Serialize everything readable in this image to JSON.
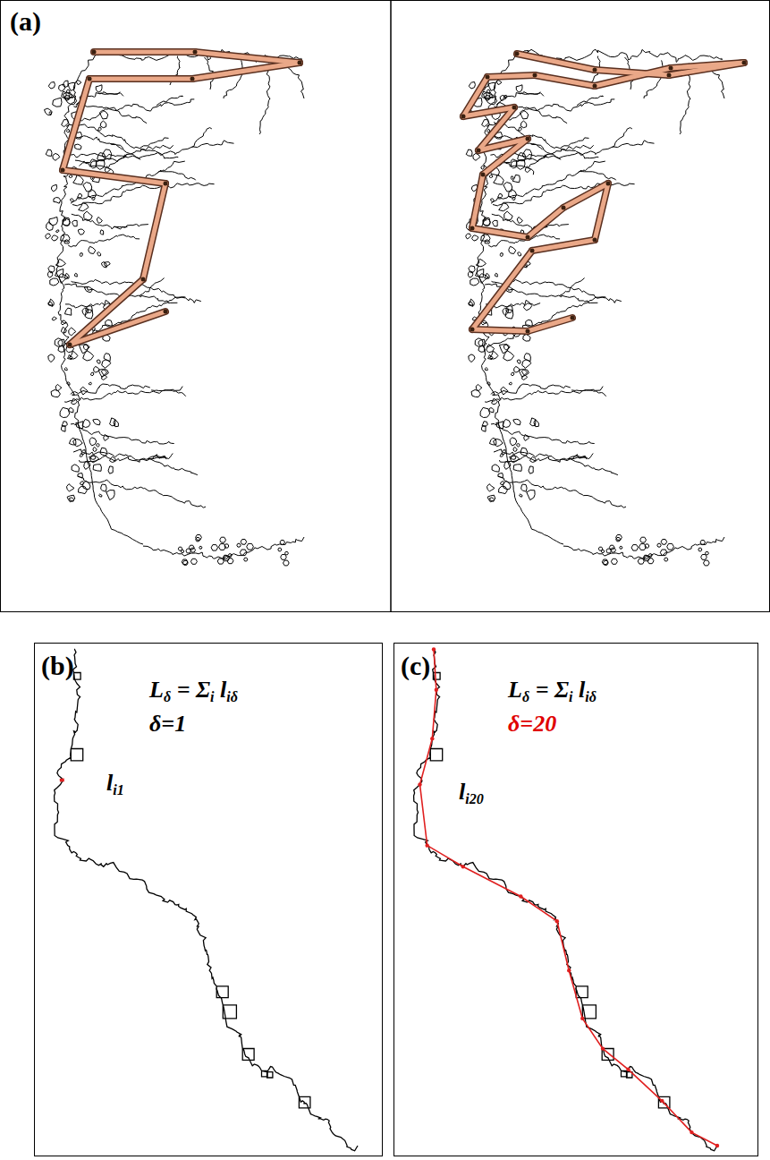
{
  "diagram": {
    "nodes": [
      {
        "text": [
          "(a)"
        ]
      },
      {
        "text": [
          "(b)",
          "Lδ = Σi liδ",
          "δ=1",
          "li1"
        ]
      },
      {
        "text": [
          "(c)",
          "Lδ = Σi liδ",
          "δ=20",
          "li20"
        ]
      }
    ]
  }
}
